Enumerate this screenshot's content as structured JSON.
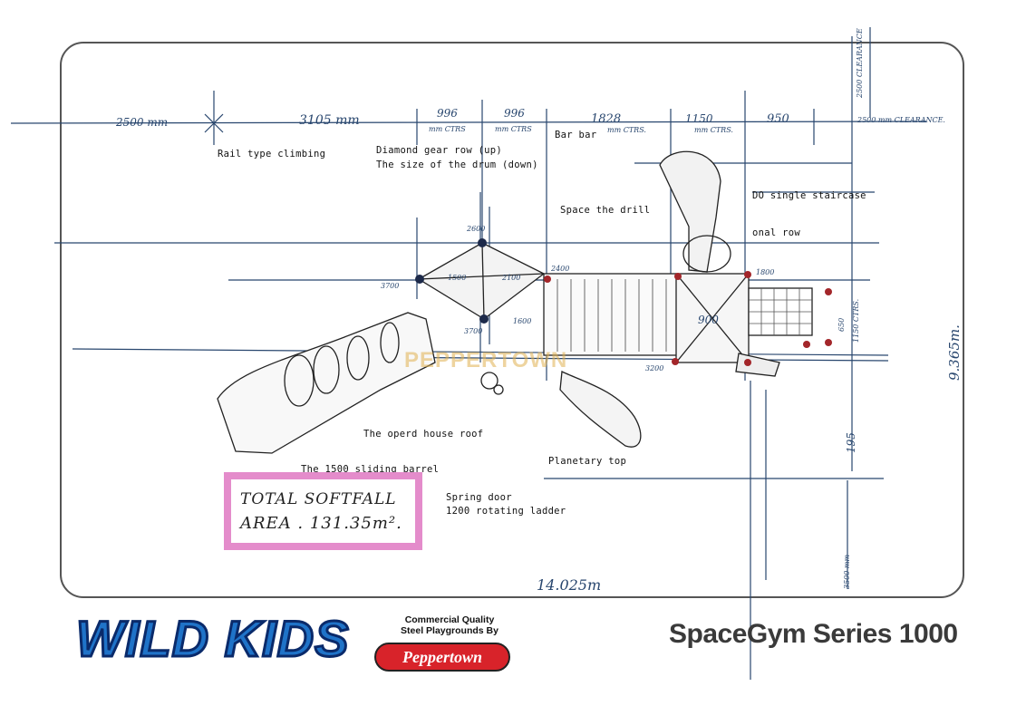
{
  "diagram": {
    "labels": {
      "rail_climbing": "Rail type climbing",
      "diamond_gear": "Diamond gear row (up)",
      "drum_size": "The size of the drum (down)",
      "bar_bar": "Bar bar",
      "space_drill": "Space the drill",
      "single_staircase": "DO single staircase",
      "oval_row": "onal row",
      "opera_house": "The operd house roof",
      "sliding_barrel": "The 1500 sliding barrel",
      "planetary_top": "Planetary top",
      "spring_door": "Spring door",
      "rotating_ladder": "1200 rotating ladder"
    },
    "dimensions": {
      "d2500": "2500 mm",
      "d3105": "3105 mm",
      "d996a": "996",
      "d996a_sub": "mm CTRS",
      "d996b": "996",
      "d996b_sub": "mm CTRS",
      "d1828": "1828",
      "d1828_sub": "mm CTRS.",
      "d1150": "1150",
      "d1150_sub": "mm CTRS.",
      "d950": "950",
      "clearance_top": "2500 mm CLEARANCE.",
      "clearance_side": "2500 CLEARANCE",
      "total_height": "9.365m.",
      "total_width": "14.025m",
      "v_1150": "1150 CTRS.",
      "v_650": "650",
      "v_195": "195",
      "v_3500": "3500 mm",
      "h2600": "2600",
      "h3700a": "3700",
      "h3700b": "3700",
      "h2400": "2400",
      "h1500": "1500",
      "h2100": "2100",
      "h1600": "1600",
      "h1800": "1800",
      "h900": "900",
      "h3200": "3200"
    },
    "softfall": {
      "line1": "TOTAL SOFTFALL",
      "line2": "AREA . 131.35m²."
    },
    "watermark": "PEPPERTOWN"
  },
  "footer": {
    "logo_text": "WILD KIDS",
    "tagline": [
      "Commercial Quality",
      "Steel Playgrounds By"
    ],
    "badge": "Peppertown",
    "series_title": "SpaceGym Series 1000"
  },
  "colors": {
    "ink": "#28466e",
    "softfall_border": "#e48ccb",
    "brand_blue": "#1f73c8",
    "badge_red": "#d8232a"
  }
}
